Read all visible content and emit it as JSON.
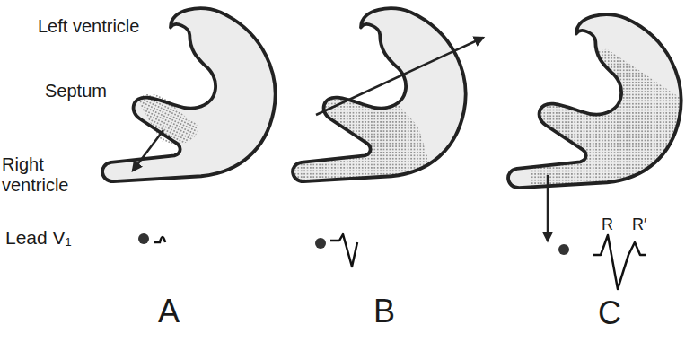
{
  "diagram": {
    "labels": [
      "Left ventricle",
      "Septum",
      "Right ventricle",
      "Lead V₁",
      "R",
      "R′",
      "A",
      "B",
      "C"
    ]
  }
}
